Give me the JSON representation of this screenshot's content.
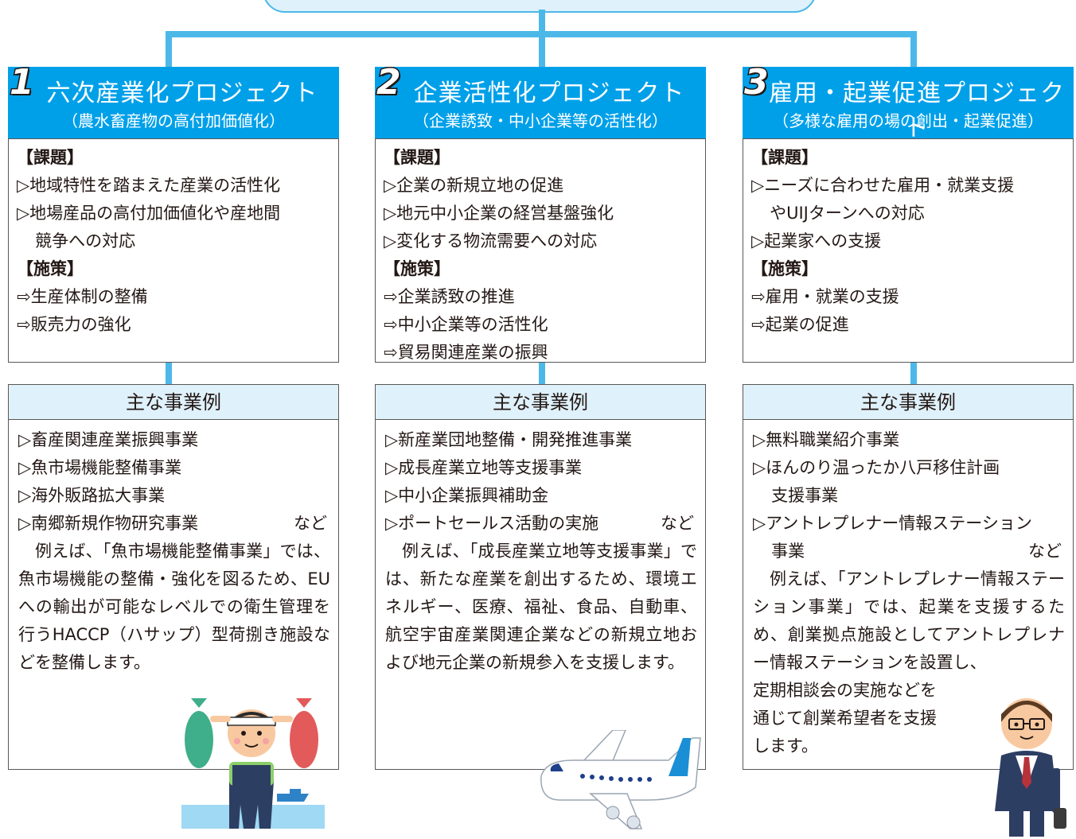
{
  "colors": {
    "accent": "#00a0e9",
    "light": "#dff1fb",
    "line": "#4cb8e8"
  },
  "projects": [
    {
      "number": "1",
      "title": "六次産業化プロジェクト",
      "subtitle": "（農水畜産物の高付加価値化）",
      "issues_label": "【課題】",
      "issues": [
        "▷地域特性を踏まえた産業の活性化",
        "▷地場産品の高付加価値化や産地間",
        "競争への対応"
      ],
      "measures_label": "【施策】",
      "measures": [
        "⇨生産体制の整備",
        "⇨販売力の強化"
      ],
      "examples_title": "主な事業例",
      "examples": [
        "▷畜産関連産業振興事業",
        "▷魚市場機能整備事業",
        "▷海外販路拡大事業",
        "▷南郷新規作物研究事業"
      ],
      "etc": "など",
      "description": "例えば、「魚市場機能整備事業」では、魚市場機能の整備・強化を図るため、EUへの輸出が可能なレベルでの衛生管理を行うHACCP（ハサップ）型荷捌き施設などを整備します。",
      "illustration": "fisherman-icon"
    },
    {
      "number": "2",
      "title": "企業活性化プロジェクト",
      "subtitle": "（企業誘致・中小企業等の活性化）",
      "issues_label": "【課題】",
      "issues": [
        "▷企業の新規立地の促進",
        "▷地元中小企業の経営基盤強化",
        "▷変化する物流需要への対応"
      ],
      "measures_label": "【施策】",
      "measures": [
        "⇨企業誘致の推進",
        "⇨中小企業等の活性化",
        "⇨貿易関連産業の振興"
      ],
      "examples_title": "主な事業例",
      "examples": [
        "▷新産業団地整備・開発推進事業",
        "▷成長産業立地等支援事業",
        "▷中小企業振興補助金",
        "▷ポートセールス活動の実施"
      ],
      "etc": "など",
      "description": "例えば、「成長産業立地等支援事業」では、新たな産業を創出するため、環境エネルギー、医療、福祉、食品、自動車、航空宇宙産業関連企業などの新規立地および地元企業の新規参入を支援します。",
      "illustration": "airplane-icon"
    },
    {
      "number": "3",
      "title": "雇用・起業促進プロジェクト",
      "subtitle": "（多様な雇用の場の創出・起業促進）",
      "issues_label": "【課題】",
      "issues": [
        "▷ニーズに合わせた雇用・就業支援",
        "やUIJターンへの対応",
        "▷起業家への支援"
      ],
      "measures_label": "【施策】",
      "measures": [
        "⇨雇用・就業の支援",
        "⇨起業の促進"
      ],
      "examples_title": "主な事業例",
      "examples": [
        "▷無料職業紹介事業",
        "▷ほんのり温ったか八戸移住計画",
        "支援事業",
        "▷アントレプレナー情報ステーション",
        "事業"
      ],
      "etc": "など",
      "description_main": "例えば、「アントレプレナー情報ステーション事業」では、起業を支援するため、創業拠点施設としてアントレプレナー情報ステーションを設置し、",
      "description_tail": [
        "定期相談会の実施などを",
        "通じて創業希望者を支援",
        "します。"
      ],
      "illustration": "businessman-icon"
    }
  ]
}
